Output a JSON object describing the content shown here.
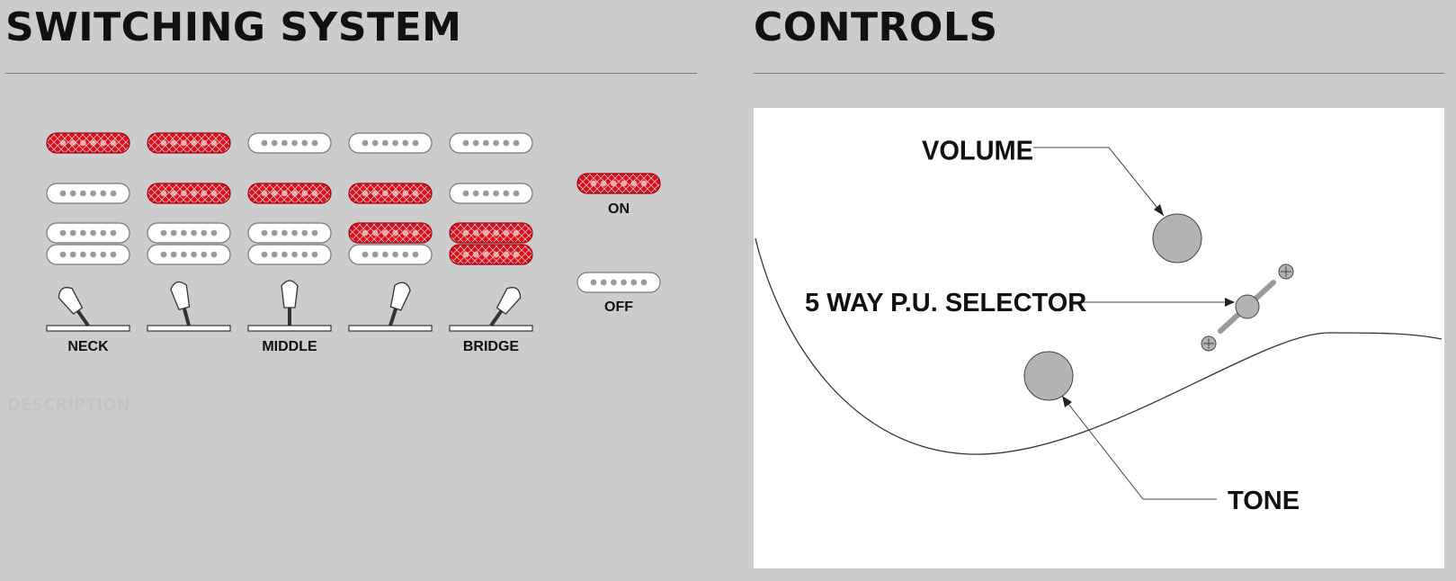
{
  "switching": {
    "title": "SWITCHING SYSTEM",
    "positions": [
      {
        "label": "NECK",
        "lever_angle": -35,
        "neck": true,
        "middle": false,
        "bridge": false
      },
      {
        "label": "",
        "lever_angle": -15,
        "neck": true,
        "middle": true,
        "bridge": false
      },
      {
        "label": "MIDDLE",
        "lever_angle": 0,
        "neck": false,
        "middle": true,
        "bridge": false
      },
      {
        "label": "",
        "lever_angle": 18,
        "neck": false,
        "middle": true,
        "bridge": "coil"
      },
      {
        "label": "BRIDGE",
        "lever_angle": 35,
        "neck": false,
        "middle": false,
        "bridge": true
      }
    ],
    "legend": {
      "on_label": "ON",
      "off_label": "OFF"
    },
    "colors": {
      "on": "#d6101c",
      "off": "#ffffff",
      "dot_on": "#e8b0b0",
      "dot_off": "#9a9a9a"
    }
  },
  "controls": {
    "title": "CONTROLS",
    "labels": {
      "volume": "VOLUME",
      "selector": "5 WAY P.U. SELECTOR",
      "tone": "TONE"
    }
  },
  "faded_text": "DESCRIPTION"
}
